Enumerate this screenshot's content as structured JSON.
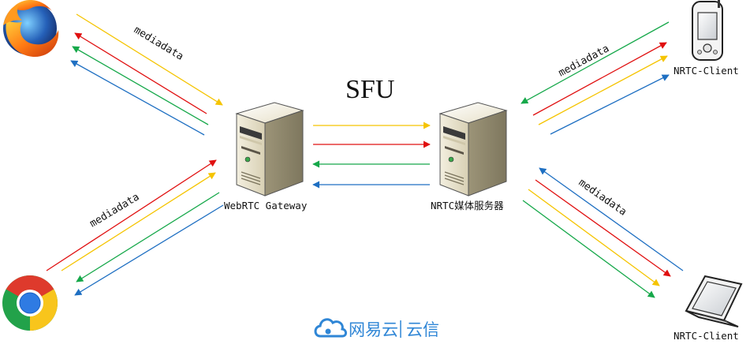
{
  "title": "SFU",
  "gateway_label": "WebRTC Gateway",
  "server_label": "NRTC媒体服务器",
  "edge_labels": {
    "top_left": "mediadata",
    "bottom_left": "mediadata",
    "top_right": "mediadata",
    "bottom_right": "mediadata"
  },
  "client_labels": {
    "top_right": "NRTC-Client",
    "bottom_right": "NRTC-Client"
  },
  "brand": {
    "name": "网易云",
    "product": "云信"
  },
  "icons": {
    "top_left": "firefox-browser-icon",
    "bottom_left": "chrome-browser-icon",
    "top_right": "pda-device-icon",
    "bottom_right": "laptop-icon",
    "gateway": "server-tower-icon",
    "server": "server-tower-icon",
    "brand": "cloud-logo-icon"
  },
  "colors": {
    "yellow": "#f5c400",
    "red": "#e01010",
    "green": "#16a84a",
    "blue": "#1e6fc2"
  }
}
